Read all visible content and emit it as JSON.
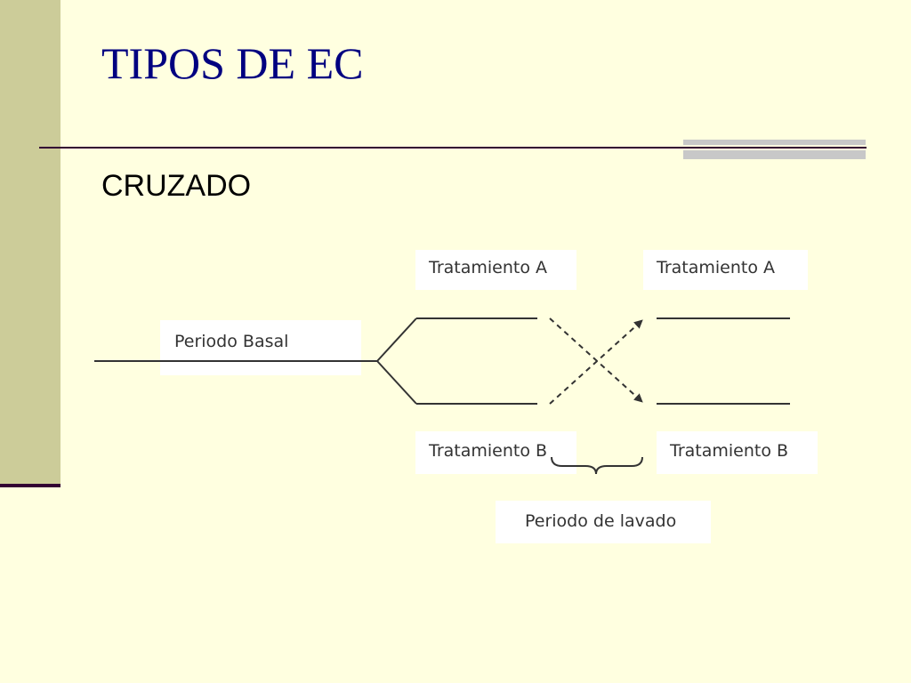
{
  "slide": {
    "title": "TIPOS DE EC",
    "subtitle": "CRUZADO"
  },
  "diagram": {
    "labels": {
      "baseline": "Periodo Basal",
      "treatment_a_top_left": "Tratamiento A",
      "treatment_a_top_right": "Tratamiento A",
      "treatment_b_bottom_left": "Tratamiento B",
      "treatment_b_bottom_right": "Tratamiento B",
      "washout": "Periodo de lavado"
    }
  },
  "colors": {
    "background": "#ffffe0",
    "side_band": "#cccc99",
    "title": "#000080",
    "rule": "#330033"
  }
}
